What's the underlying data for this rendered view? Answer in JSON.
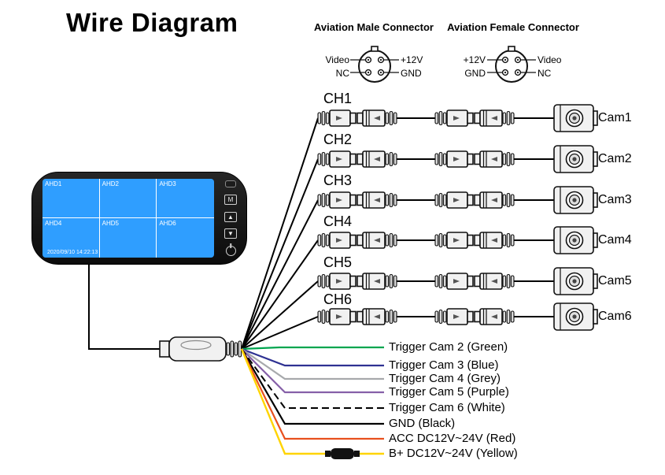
{
  "title": "Wire Diagram",
  "aviation": {
    "male": {
      "label": "Aviation Male Connector",
      "pin_top_left": "Video",
      "pin_top_right": "+12V",
      "pin_bottom_left": "NC",
      "pin_bottom_right": "GND"
    },
    "female": {
      "label": "Aviation Female Connector",
      "pin_top_left": "+12V",
      "pin_top_right": "Video",
      "pin_bottom_left": "GND",
      "pin_bottom_right": "NC"
    }
  },
  "monitor": {
    "screen_color": "#2f9eff",
    "cells": [
      "AHD1",
      "AHD2",
      "AHD3",
      "AHD4",
      "AHD5",
      "AHD6"
    ],
    "timestamp": "2020/09/10 14:22:13",
    "buttons": [
      "M",
      "▲",
      "▼"
    ]
  },
  "channels": [
    {
      "label": "CH1",
      "cam": "Cam1"
    },
    {
      "label": "CH2",
      "cam": "Cam2"
    },
    {
      "label": "CH3",
      "cam": "Cam3"
    },
    {
      "label": "CH4",
      "cam": "Cam4"
    },
    {
      "label": "CH5",
      "cam": "Cam5"
    },
    {
      "label": "CH6",
      "cam": "Cam6"
    }
  ],
  "triggers": [
    {
      "label": "Trigger Cam 2 (Green)",
      "color": "#00a54f",
      "style": "solid"
    },
    {
      "label": "Trigger Cam 3 (Blue)",
      "color": "#2e3192",
      "style": "solid"
    },
    {
      "label": "Trigger Cam 4 (Grey)",
      "color": "#a7a9ac",
      "style": "solid"
    },
    {
      "label": "Trigger Cam 5 (Purple)",
      "color": "#8660a8",
      "style": "solid"
    },
    {
      "label": "Trigger Cam 6 (White)",
      "color": "#000000",
      "style": "dashed"
    },
    {
      "label": "GND (Black)",
      "color": "#000000",
      "style": "solid"
    },
    {
      "label": "ACC DC12V~24V (Red)",
      "color": "#e8501e",
      "style": "solid"
    },
    {
      "label": "B+ DC12V~24V (Yellow)",
      "color": "#ffd400",
      "style": "solid"
    }
  ]
}
